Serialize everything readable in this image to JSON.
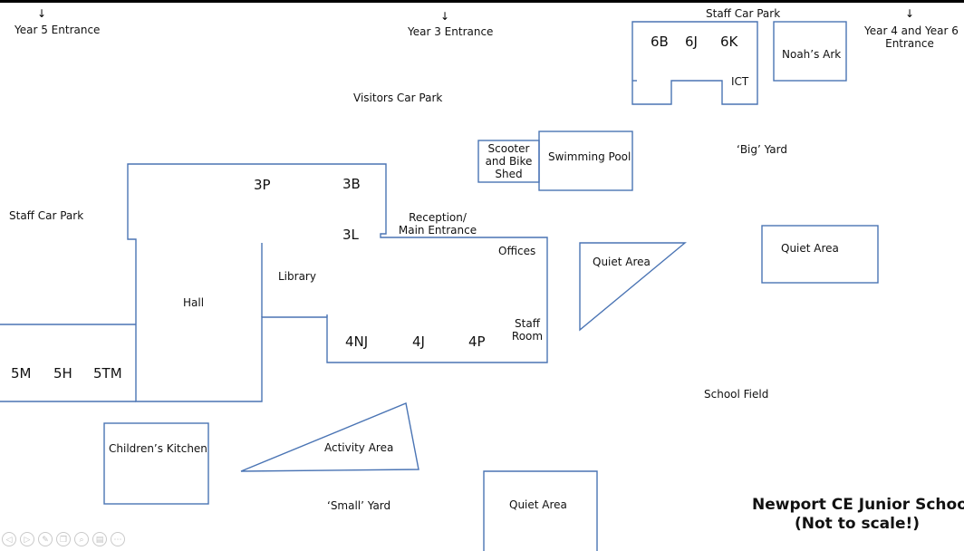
{
  "map": {
    "title_line1": "Newport CE Junior School",
    "title_line2": "(Not to scale!)",
    "colors": {
      "outline": "#4a74b4",
      "text": "#111111",
      "top_bar": "#000000"
    },
    "entrances": {
      "year5": "Year 5 Entrance",
      "year3": "Year 3 Entrance",
      "year46_line1": "Year 4 and Year 6",
      "year46_line2": "Entrance"
    },
    "areas": {
      "staff_car_park_top": "Staff Car Park",
      "staff_car_park_left": "Staff Car Park",
      "visitors_car_park": "Visitors Car Park",
      "big_yard": "‘Big’ Yard",
      "small_yard": "‘Small’ Yard",
      "school_field": "School Field"
    },
    "buildings": {
      "noahs_ark": "Noah’s Ark",
      "ict": "ICT",
      "scooter_shed_line1": "Scooter",
      "scooter_shed_line2": "and Bike",
      "scooter_shed_line3": "Shed",
      "swimming_pool": "Swimming Pool",
      "reception_line1": "Reception/",
      "reception_line2": "Main Entrance",
      "offices": "Offices",
      "library": "Library",
      "hall": "Hall",
      "staff_room_line1": "Staff",
      "staff_room_line2": "Room",
      "childrens_kitchen": "Children’s Kitchen",
      "activity_area": "Activity Area",
      "quiet_area_triangle": "Quiet Area",
      "quiet_area_right": "Quiet Area",
      "quiet_area_bottom": "Quiet Area"
    },
    "classrooms": {
      "c6b": "6B",
      "c6j": "6J",
      "c6k": "6K",
      "c3p": "3P",
      "c3b": "3B",
      "c3l": "3L",
      "c4nj": "4NJ",
      "c4j": "4J",
      "c4p": "4P",
      "c5m": "5M",
      "c5h": "5H",
      "c5tm": "5TM"
    }
  },
  "toolbar": {
    "icons": [
      "previous-icon",
      "play-icon",
      "pen-icon",
      "copy-icon",
      "zoom-icon",
      "subtitles-icon",
      "more-icon"
    ],
    "glyphs": [
      "◁",
      "▷",
      "✎",
      "❐",
      "⌕",
      "▤",
      "⋯"
    ]
  }
}
